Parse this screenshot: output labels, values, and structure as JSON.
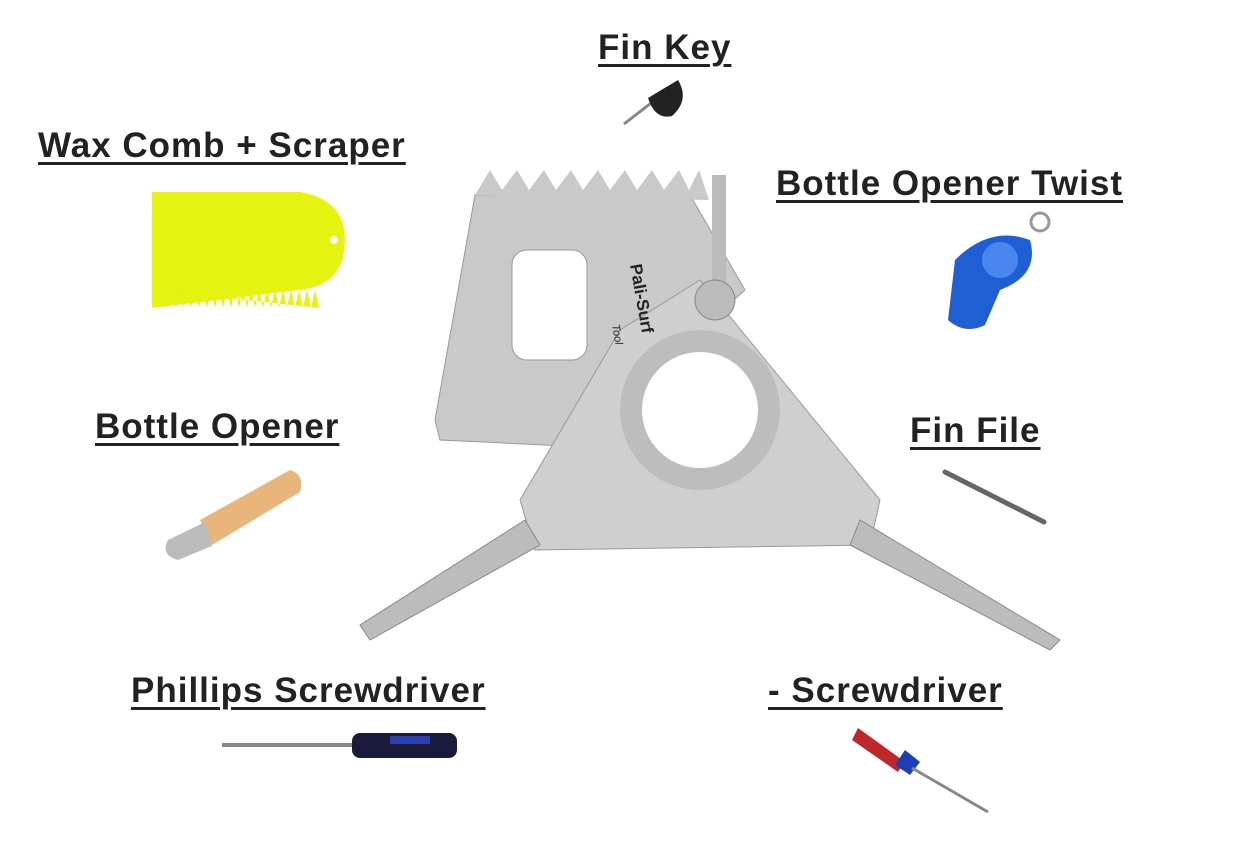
{
  "labels": {
    "fin_key": "Fin Key",
    "wax_comb": "Wax Comb + Scraper",
    "bottle_opener_twist": "Bottle Opener Twist",
    "bottle_opener": "Bottle Opener",
    "fin_file": "Fin File",
    "phillips": "Phillips Screwdriver",
    "flat": "- Screwdriver"
  },
  "tool_brand": {
    "name": "Pali-Surf",
    "sub": "Tool"
  },
  "colors": {
    "comb": "#e6f20f",
    "twist": "#1f5fd6",
    "steel": "#c9c9c9",
    "wood": "#e8b57a"
  }
}
